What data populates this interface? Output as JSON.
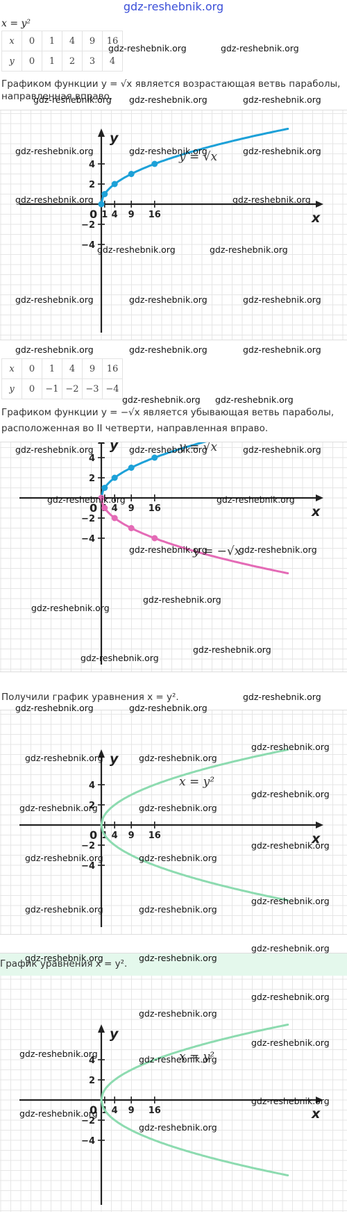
{
  "site": "gdz-reshebnik.org",
  "watermark": "gdz-reshebnik.org",
  "section1": {
    "equation": "x = y²",
    "table": [
      [
        "x",
        "0",
        "1",
        "4",
        "9",
        "16"
      ],
      [
        "y",
        "0",
        "1",
        "2",
        "3",
        "4"
      ]
    ],
    "text_line1": "Графиком функции y = √x является возрастающая ветвь параболы,",
    "text_line2": "направленная вправо."
  },
  "section2": {
    "table": [
      [
        "x",
        "0",
        "1",
        "4",
        "9",
        "16"
      ],
      [
        "y",
        "0",
        "−1",
        "−2",
        "−3",
        "−4"
      ]
    ],
    "text_line1": "Графиком функции y = −√x является убывающая ветвь параболы,",
    "text_line2": "расположенная во II четверти, направленная вправо."
  },
  "section3": {
    "text": "Получили график уравнения x = y²."
  },
  "section4": {
    "text": "График уравнения x = y²."
  },
  "axes": {
    "x_label": "x",
    "y_label": "y",
    "origin_label": "0",
    "x_ticks": [
      "1",
      "4",
      "9",
      "16"
    ],
    "y_ticks_pos": [
      "4",
      "2"
    ],
    "y_ticks_neg": [
      "−2",
      "−4"
    ]
  },
  "labels": {
    "sqrt": "y = √x",
    "neg_sqrt": "y = −√x",
    "parabola": "x = y²"
  },
  "colors": {
    "blue": "#1da1d8",
    "pink": "#e46bb6",
    "green": "#8ddbb0",
    "grid": "#e6e6e6",
    "panel_green": "#e4f8ec"
  },
  "chart_data": [
    {
      "type": "line",
      "title": "",
      "xlabel": "x",
      "ylabel": "y",
      "series": [
        {
          "name": "y = √x",
          "x": [
            0,
            1,
            4,
            9,
            16
          ],
          "y": [
            0,
            1,
            2,
            3,
            4
          ]
        }
      ]
    },
    {
      "type": "line",
      "title": "",
      "xlabel": "x",
      "ylabel": "y",
      "series": [
        {
          "name": "y = √x",
          "x": [
            0,
            1,
            4,
            9,
            16
          ],
          "y": [
            0,
            1,
            2,
            3,
            4
          ]
        },
        {
          "name": "y = −√x",
          "x": [
            0,
            1,
            4,
            9,
            16
          ],
          "y": [
            0,
            -1,
            -2,
            -3,
            -4
          ]
        }
      ]
    },
    {
      "type": "line",
      "title": "",
      "xlabel": "x",
      "ylabel": "y",
      "series": [
        {
          "name": "x = y²",
          "x": [
            0,
            1,
            4,
            9,
            16
          ],
          "y": [
            0,
            1,
            2,
            3,
            4
          ]
        }
      ]
    },
    {
      "type": "line",
      "title": "",
      "xlabel": "x",
      "ylabel": "y",
      "series": [
        {
          "name": "x = y²",
          "x": [
            0,
            1,
            4,
            9,
            16
          ],
          "y": [
            0,
            1,
            2,
            3,
            4
          ]
        }
      ]
    }
  ]
}
